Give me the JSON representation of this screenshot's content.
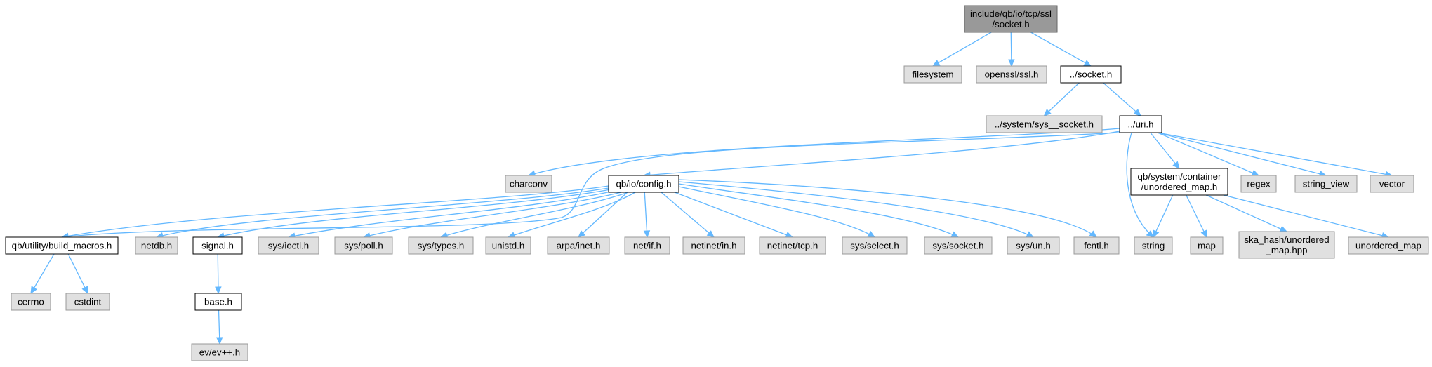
{
  "diagram": {
    "colors": {
      "root_fill": "#999999",
      "root_border": "#666666",
      "file_fill": "#ffffff",
      "file_border": "#000000",
      "system_fill": "#e0e0e0",
      "system_border": "#999999",
      "edge": "#63b8ff"
    },
    "nodes": [
      {
        "id": "root",
        "kind": "root",
        "lines": [
          "include/qb/io/tcp/ssl",
          "/socket.h"
        ]
      },
      {
        "id": "filesystem",
        "kind": "system",
        "lines": [
          "filesystem"
        ]
      },
      {
        "id": "openssl_ssl",
        "kind": "system",
        "lines": [
          "openssl/ssl.h"
        ]
      },
      {
        "id": "socket_h",
        "kind": "file",
        "lines": [
          "../socket.h"
        ]
      },
      {
        "id": "sys_socket",
        "kind": "system",
        "lines": [
          "../system/sys__socket.h"
        ]
      },
      {
        "id": "uri_h",
        "kind": "file",
        "lines": [
          "../uri.h"
        ]
      },
      {
        "id": "charconv",
        "kind": "system",
        "lines": [
          "charconv"
        ]
      },
      {
        "id": "config_h",
        "kind": "file",
        "lines": [
          "qb/io/config.h"
        ]
      },
      {
        "id": "unordered_map_h",
        "kind": "file",
        "lines": [
          "qb/system/container",
          "/unordered_map.h"
        ]
      },
      {
        "id": "regex",
        "kind": "system",
        "lines": [
          "regex"
        ]
      },
      {
        "id": "string_view",
        "kind": "system",
        "lines": [
          "string_view"
        ]
      },
      {
        "id": "vector",
        "kind": "system",
        "lines": [
          "vector"
        ]
      },
      {
        "id": "build_macros",
        "kind": "file",
        "lines": [
          "qb/utility/build_macros.h"
        ]
      },
      {
        "id": "netdb",
        "kind": "system",
        "lines": [
          "netdb.h"
        ]
      },
      {
        "id": "signal_h",
        "kind": "file",
        "lines": [
          "signal.h"
        ]
      },
      {
        "id": "sys_ioctl",
        "kind": "system",
        "lines": [
          "sys/ioctl.h"
        ]
      },
      {
        "id": "sys_poll",
        "kind": "system",
        "lines": [
          "sys/poll.h"
        ]
      },
      {
        "id": "sys_types",
        "kind": "system",
        "lines": [
          "sys/types.h"
        ]
      },
      {
        "id": "unistd",
        "kind": "system",
        "lines": [
          "unistd.h"
        ]
      },
      {
        "id": "arpa_inet",
        "kind": "system",
        "lines": [
          "arpa/inet.h"
        ]
      },
      {
        "id": "net_if",
        "kind": "system",
        "lines": [
          "net/if.h"
        ]
      },
      {
        "id": "netinet_in",
        "kind": "system",
        "lines": [
          "netinet/in.h"
        ]
      },
      {
        "id": "netinet_tcp",
        "kind": "system",
        "lines": [
          "netinet/tcp.h"
        ]
      },
      {
        "id": "sys_select",
        "kind": "system",
        "lines": [
          "sys/select.h"
        ]
      },
      {
        "id": "sys_socket_h",
        "kind": "system",
        "lines": [
          "sys/socket.h"
        ]
      },
      {
        "id": "sys_un",
        "kind": "system",
        "lines": [
          "sys/un.h"
        ]
      },
      {
        "id": "fcntl",
        "kind": "system",
        "lines": [
          "fcntl.h"
        ]
      },
      {
        "id": "string",
        "kind": "system",
        "lines": [
          "string"
        ]
      },
      {
        "id": "map",
        "kind": "system",
        "lines": [
          "map"
        ]
      },
      {
        "id": "ska_hash",
        "kind": "system",
        "lines": [
          "ska_hash/unordered",
          "_map.hpp"
        ]
      },
      {
        "id": "unordered_map",
        "kind": "system",
        "lines": [
          "unordered_map"
        ]
      },
      {
        "id": "cerrno",
        "kind": "system",
        "lines": [
          "cerrno"
        ]
      },
      {
        "id": "cstdint",
        "kind": "system",
        "lines": [
          "cstdint"
        ]
      },
      {
        "id": "base_h",
        "kind": "file",
        "lines": [
          "base.h"
        ]
      },
      {
        "id": "ev_h",
        "kind": "system",
        "lines": [
          "ev/ev++.h"
        ]
      }
    ],
    "edges": [
      {
        "from": "root",
        "to": "filesystem"
      },
      {
        "from": "root",
        "to": "openssl_ssl"
      },
      {
        "from": "root",
        "to": "socket_h"
      },
      {
        "from": "socket_h",
        "to": "sys_socket"
      },
      {
        "from": "socket_h",
        "to": "uri_h"
      },
      {
        "from": "uri_h",
        "to": "charconv"
      },
      {
        "from": "uri_h",
        "to": "config_h"
      },
      {
        "from": "uri_h",
        "to": "build_macros"
      },
      {
        "from": "uri_h",
        "to": "unordered_map_h"
      },
      {
        "from": "uri_h",
        "to": "regex"
      },
      {
        "from": "uri_h",
        "to": "string_view"
      },
      {
        "from": "uri_h",
        "to": "vector"
      },
      {
        "from": "uri_h",
        "to": "string"
      },
      {
        "from": "config_h",
        "to": "build_macros"
      },
      {
        "from": "config_h",
        "to": "netdb"
      },
      {
        "from": "config_h",
        "to": "signal_h"
      },
      {
        "from": "config_h",
        "to": "sys_ioctl"
      },
      {
        "from": "config_h",
        "to": "sys_poll"
      },
      {
        "from": "config_h",
        "to": "sys_types"
      },
      {
        "from": "config_h",
        "to": "unistd"
      },
      {
        "from": "config_h",
        "to": "arpa_inet"
      },
      {
        "from": "config_h",
        "to": "net_if"
      },
      {
        "from": "config_h",
        "to": "netinet_in"
      },
      {
        "from": "config_h",
        "to": "netinet_tcp"
      },
      {
        "from": "config_h",
        "to": "sys_select"
      },
      {
        "from": "config_h",
        "to": "sys_socket_h"
      },
      {
        "from": "config_h",
        "to": "sys_un"
      },
      {
        "from": "config_h",
        "to": "fcntl"
      },
      {
        "from": "unordered_map_h",
        "to": "string"
      },
      {
        "from": "unordered_map_h",
        "to": "map"
      },
      {
        "from": "unordered_map_h",
        "to": "ska_hash"
      },
      {
        "from": "unordered_map_h",
        "to": "unordered_map"
      },
      {
        "from": "build_macros",
        "to": "cerrno"
      },
      {
        "from": "build_macros",
        "to": "cstdint"
      },
      {
        "from": "signal_h",
        "to": "base_h"
      },
      {
        "from": "base_h",
        "to": "ev_h"
      }
    ]
  }
}
